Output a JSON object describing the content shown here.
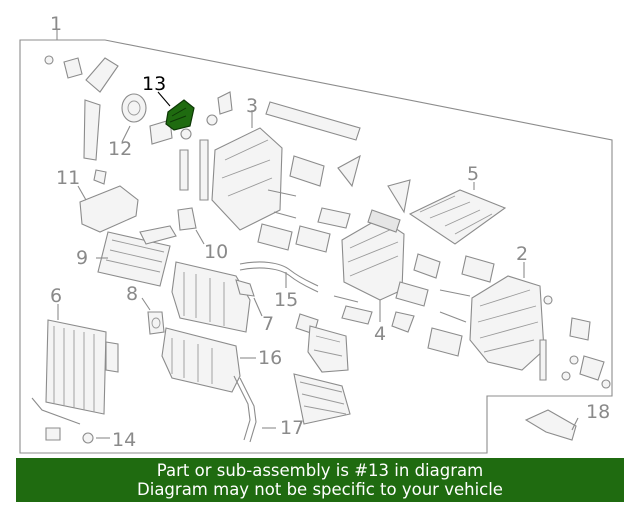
{
  "callouts": {
    "c1": "1",
    "c2": "2",
    "c3": "3",
    "c4": "4",
    "c5": "5",
    "c6": "6",
    "c7": "7",
    "c8": "8",
    "c9": "9",
    "c10": "10",
    "c11": "11",
    "c12": "12",
    "c13": "13",
    "c14": "14",
    "c15": "15",
    "c16": "16",
    "c17": "17",
    "c18": "18"
  },
  "highlighted_part": "13",
  "colors": {
    "highlight": "#1f6b10",
    "banner_bg": "#1f6b10",
    "line": "#8c8c8c",
    "callout_text": "#8a8a8a"
  },
  "banner": {
    "line1": "Part or sub-assembly is #13 in diagram",
    "line2": "Diagram may not be specific to your vehicle"
  }
}
